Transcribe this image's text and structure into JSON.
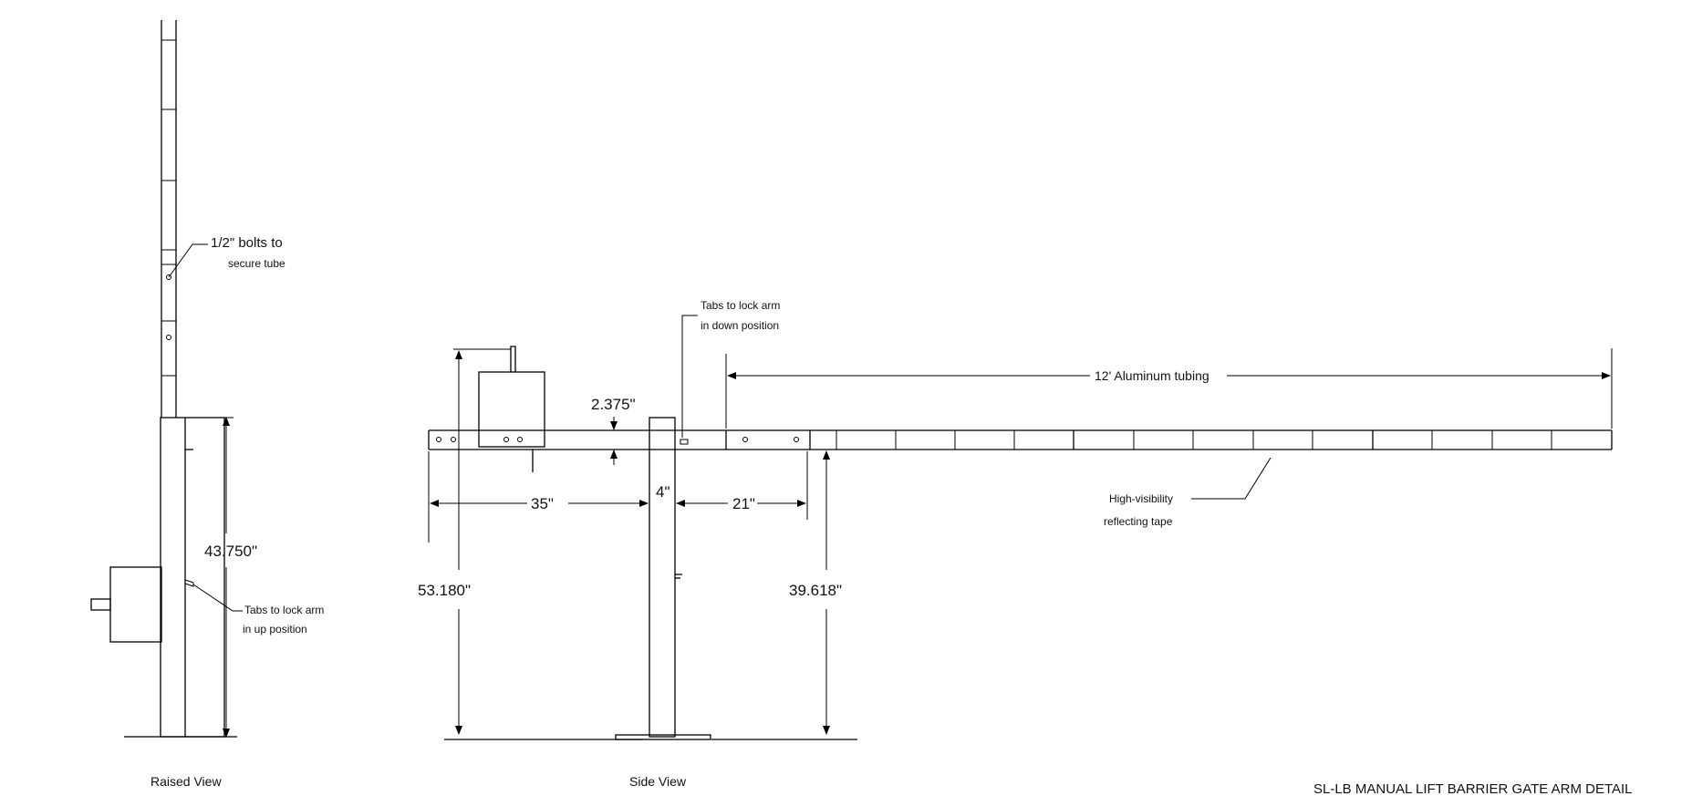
{
  "title": "SL-LB MANUAL LIFT BARRIER GATE ARM DETAIL",
  "raised_view": {
    "caption": "Raised View",
    "bolt_note_line1": "1/2\" bolts to",
    "bolt_note_line2": "secure tube",
    "height_dim": "43.750\"",
    "tabs_note_line1": "Tabs to lock arm",
    "tabs_note_line2": "in up position"
  },
  "side_view": {
    "caption": "Side View",
    "tabs_note_line1": "Tabs to lock arm",
    "tabs_note_line2": "in down position",
    "tubing_dim": "12' Aluminum tubing",
    "arm_height_dim": "2.375\"",
    "counterweight_dim": "35\"",
    "post_dim": "4\"",
    "offset_dim": "21\"",
    "overall_height_dim": "53.180\"",
    "arm_clearance_dim": "39.618\"",
    "tape_note_line1": "High-visibility",
    "tape_note_line2": "reflecting tape"
  }
}
